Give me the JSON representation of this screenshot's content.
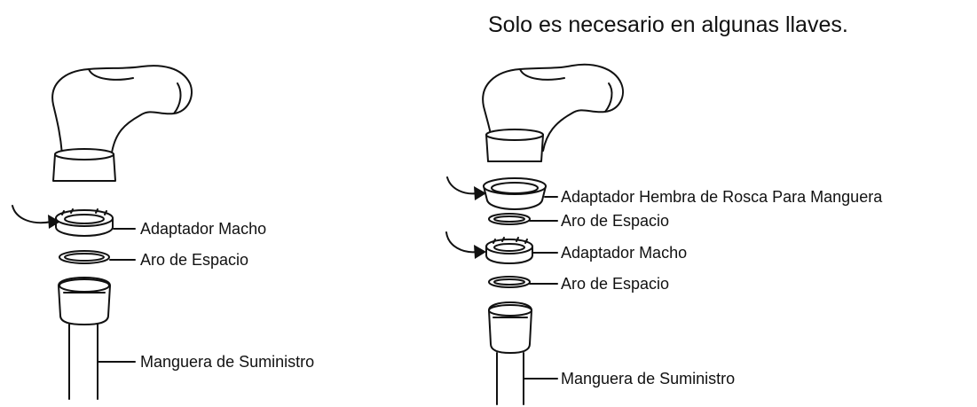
{
  "note": "Solo es necesario en algunas llaves.",
  "left_diagram": {
    "labels": {
      "male_adapter": "Adaptador Macho",
      "spacer_ring": "Aro de Espacio",
      "supply_hose": "Manguera de Suministro"
    }
  },
  "right_diagram": {
    "labels": {
      "female_adapter": "Adaptador Hembra de Rosca Para Manguera",
      "spacer_ring_1": "Aro de Espacio",
      "male_adapter": "Adaptador Macho",
      "spacer_ring_2": "Aro de Espacio",
      "supply_hose": "Manguera de Suministro"
    }
  }
}
